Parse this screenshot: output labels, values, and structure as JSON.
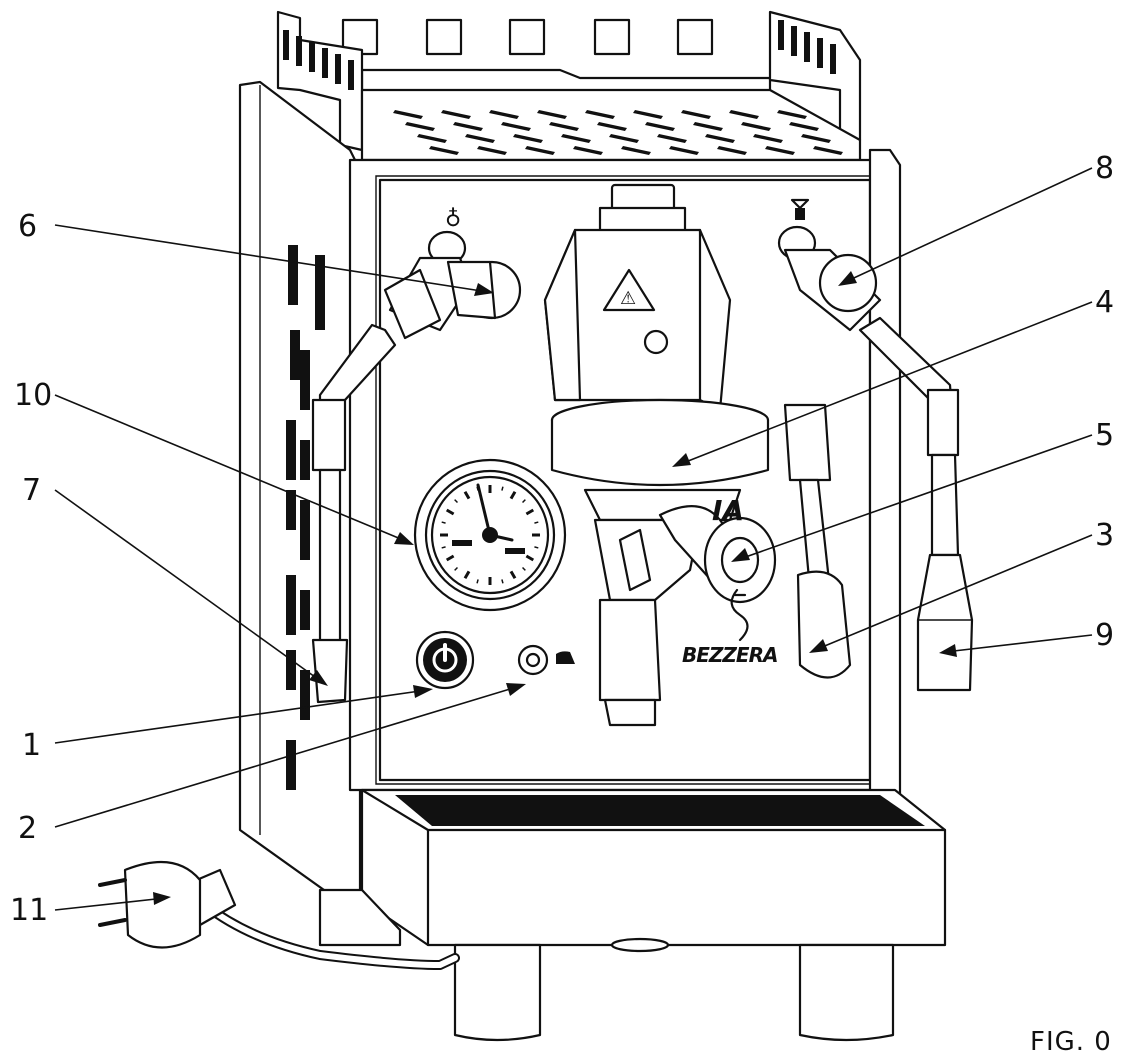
{
  "figure": {
    "caption": "FIG. 0",
    "brand_marking": "BEZZERA"
  },
  "callouts": [
    {
      "id": "1",
      "label": "1"
    },
    {
      "id": "2",
      "label": "2"
    },
    {
      "id": "3",
      "label": "3"
    },
    {
      "id": "4",
      "label": "4"
    },
    {
      "id": "5",
      "label": "5"
    },
    {
      "id": "6",
      "label": "6"
    },
    {
      "id": "7",
      "label": "7"
    },
    {
      "id": "8",
      "label": "8"
    },
    {
      "id": "9",
      "label": "9"
    },
    {
      "id": "10",
      "label": "10"
    },
    {
      "id": "11",
      "label": "11"
    }
  ],
  "colors": {
    "line": "#111111",
    "background": "#ffffff",
    "fill_light": "#e9e9e9"
  }
}
